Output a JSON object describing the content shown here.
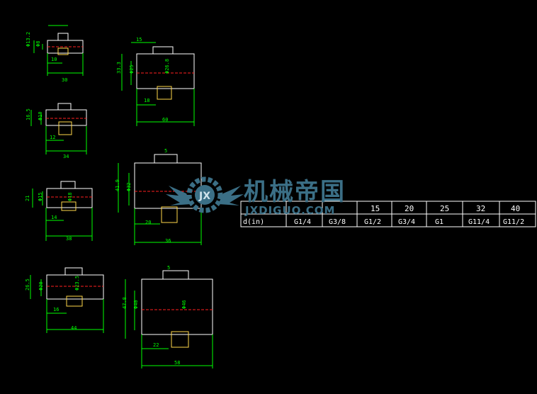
{
  "drawings": {
    "part_a": {
      "d_small": "Φ8",
      "h": "Φ13.2",
      "len_inner": "10",
      "len_total": "30"
    },
    "part_b": {
      "d_small": "Φ10",
      "h": "16.5",
      "len_inner": "12",
      "len_total": "34"
    },
    "part_c": {
      "d_small": "Φ15",
      "h": "21",
      "len_inner": "14",
      "len_total": "38",
      "bore": "Φ18"
    },
    "part_d": {
      "d_small": "Φ20",
      "h": "26.5",
      "len_inner": "16",
      "len_total": "44",
      "bore": "Φ23.5"
    },
    "part_e": {
      "d_small": "Φ25",
      "h": "33.3",
      "bore": "Φ26.8",
      "len_inner": "18",
      "len_total": "60",
      "top": "15"
    },
    "part_f": {
      "d_small": "Φ32",
      "h": "41.9",
      "len_inner": "20",
      "len_total": "36",
      "top": "5"
    },
    "part_g": {
      "d_small": "Φ40",
      "h": "47.8",
      "bore": "Φ46",
      "len_inner": "22",
      "len_total": "58",
      "top": "5"
    }
  },
  "table": {
    "header_label": "",
    "row2_label": "d(in)",
    "columns": [
      "15",
      "20",
      "25",
      "32",
      "40"
    ],
    "threads": [
      "G1/4",
      "G3/8",
      "G1/2",
      "G3/4",
      "G1",
      "G11/4",
      "G11/2"
    ]
  },
  "watermark": {
    "cn": "机械帝国",
    "en": "JXDIGUO.COM"
  },
  "colors": {
    "background": "#000000",
    "outline": "#ffffff",
    "dimension": "#00ff00",
    "centerline": "#ff2020",
    "hatch": "#ffd84a",
    "watermark": "#3b6f86"
  }
}
